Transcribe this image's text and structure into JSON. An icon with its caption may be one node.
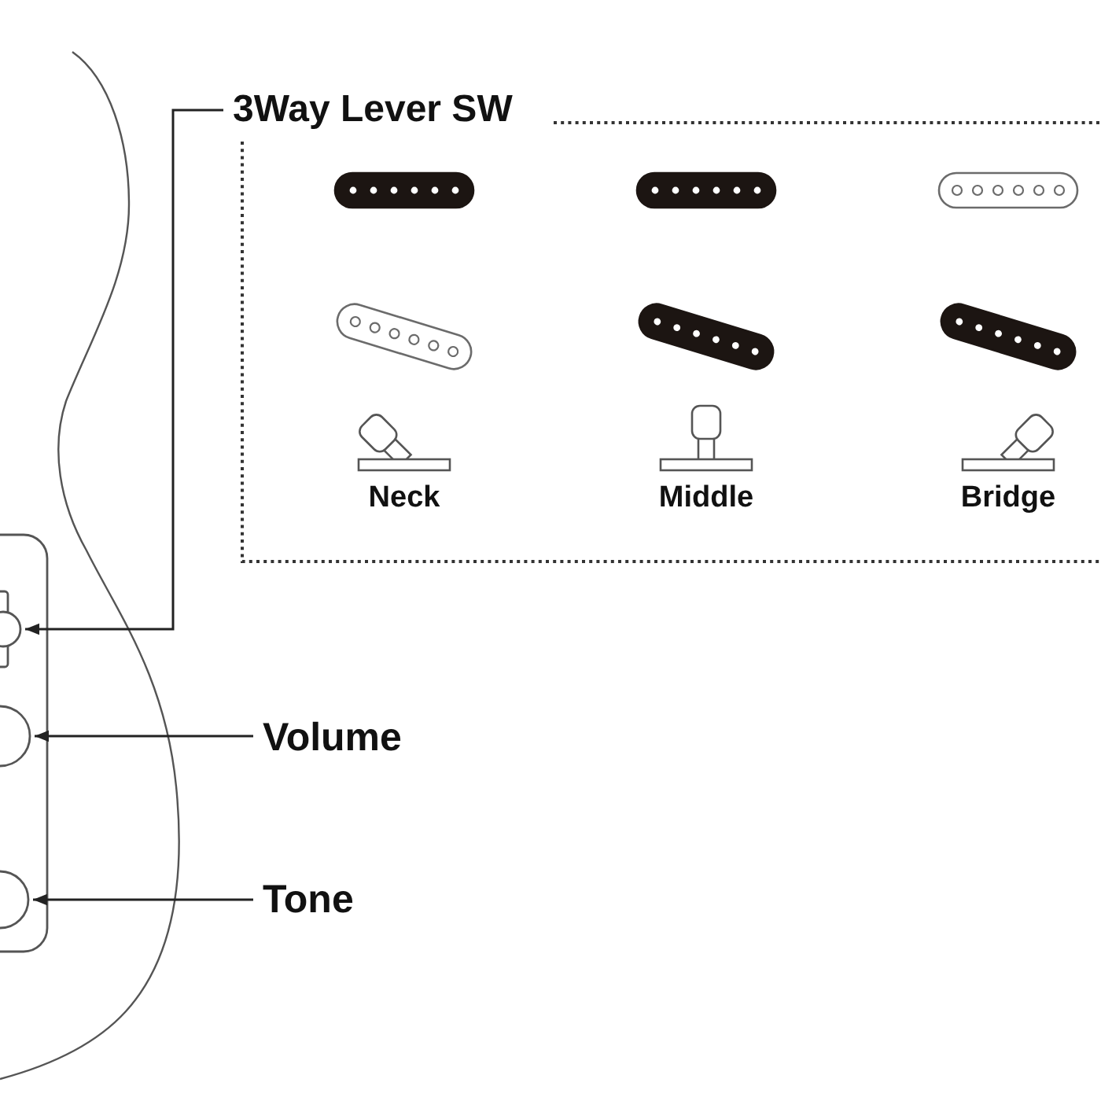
{
  "diagram": {
    "nodes": [
      {
        "text": [
          "3Way Lever SW"
        ]
      },
      {
        "text": [
          "Neck",
          "Middle",
          "Bridge"
        ]
      },
      {
        "text": [],
        "shape": "picture"
      },
      {
        "text": [],
        "shape": "circle"
      },
      {
        "text": [
          "Volume"
        ]
      },
      {
        "text": [],
        "shape": "circle"
      },
      {
        "text": [
          "Tone"
        ]
      }
    ],
    "edges": [
      {
        "from": 0,
        "to": 2,
        "arrow": "to"
      },
      {
        "from": 4,
        "to": 3,
        "arrow": "to"
      },
      {
        "from": 6,
        "to": 5,
        "arrow": "to"
      }
    ]
  }
}
